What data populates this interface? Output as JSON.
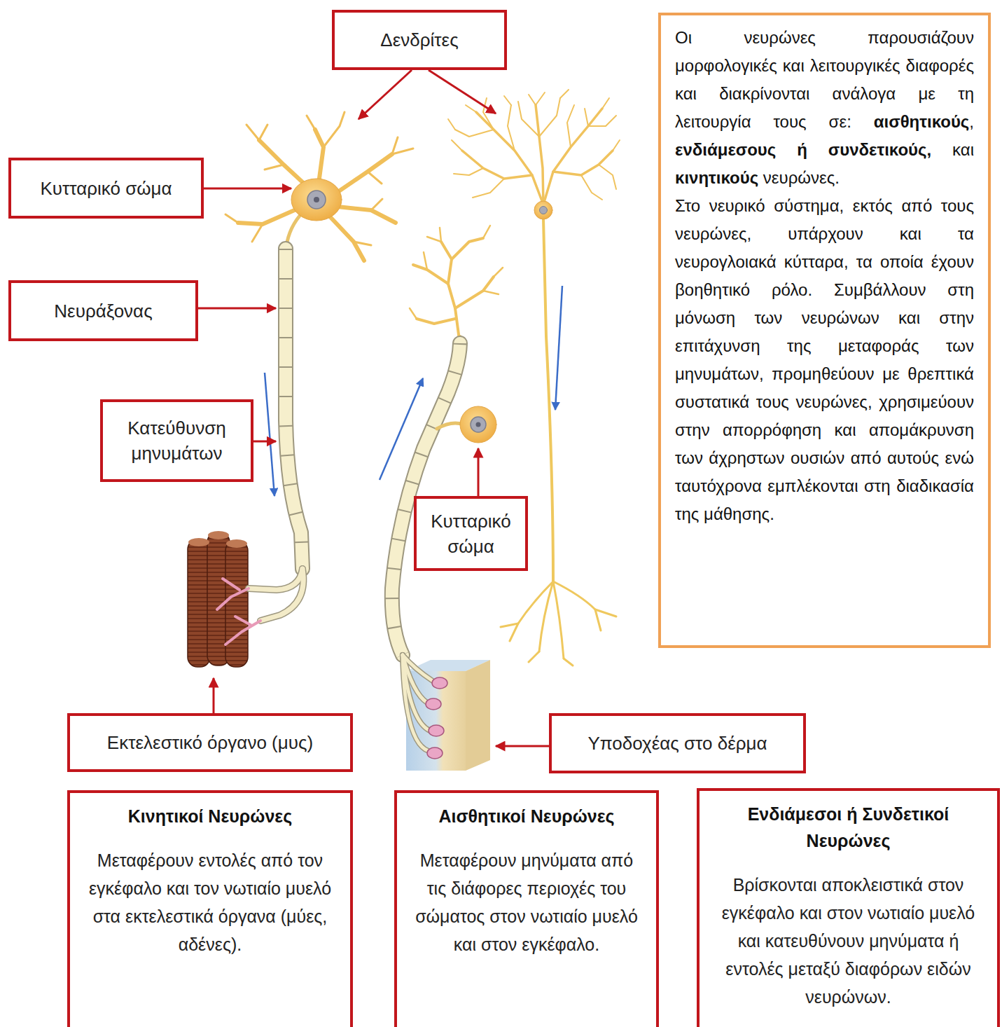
{
  "diagram": {
    "nodes": [
      {
        "text": [
          "Δενδρίτες"
        ]
      },
      {
        "text": [
          "Οι νευρώνες παρουσιάζουν μορφολογικές και λειτουργικές διαφορές και διακρίνονται ανάλογα με τη λειτουργία τους σε:",
          "αισθητικούς",
          ",",
          "ενδιάμεσους ή συνδετικούς,",
          "και",
          "κινητικούς",
          "νευρώνες.",
          "Στο νευρικό σύστημα, εκτός από τους νευρώνες, υπάρχουν και τα νευρογλοιακά κύτταρα, τα οποία έχουν βοηθητικό ρόλο. Συμβάλλουν στη μόνωση των νευρώνων και στην επιτάχυνση της μεταφοράς των μηνυμάτων, προμηθεύουν με θρεπτικά συστατικά τους νευρώνες, χρησιμεύουν στην απορρόφηση και απομάκρυνση των άχρηστων ουσιών από αυτούς ενώ ταυτόχρονα εμπλέκονται στη διαδικασία της μάθησης."
        ]
      },
      {
        "text": [
          "Κυτταρικό σώμα"
        ]
      },
      {
        "text": [
          "Νευράξονας"
        ]
      },
      {
        "text": [
          "Κατεύθυνση μηνυμάτων"
        ]
      },
      {
        "text": [
          "Κυτταρικό σώμα"
        ]
      },
      {
        "text": [
          "Εκτελεστικό όργανο (μυς)"
        ]
      },
      {
        "text": [
          "Υποδοχέας στο δέρμα"
        ]
      },
      {
        "text": [
          "Κινητικοί Νευρώνες",
          "Μεταφέρουν εντολές από τον εγκέφαλο και τον νωτιαίο μυελό στα εκτελεστικά όργανα (μύες, αδένες)."
        ]
      },
      {
        "text": [
          "Αισθητικοί Νευρώνες",
          "Μεταφέρουν μηνύματα από τις διάφορες περιοχές του σώματος στον νωτιαίο μυελό και στον εγκέφαλο."
        ]
      },
      {
        "text": [
          "Ενδιάμεσοι ή Συνδετικοί Νευρώνες",
          "Βρίσκονται αποκλειστικά στον εγκέφαλο και στον νωτιαίο μυελό και κατευθύνουν μηνύματα ή εντολές μεταξύ διαφόρων ειδών νευρώνων."
        ]
      }
    ]
  }
}
